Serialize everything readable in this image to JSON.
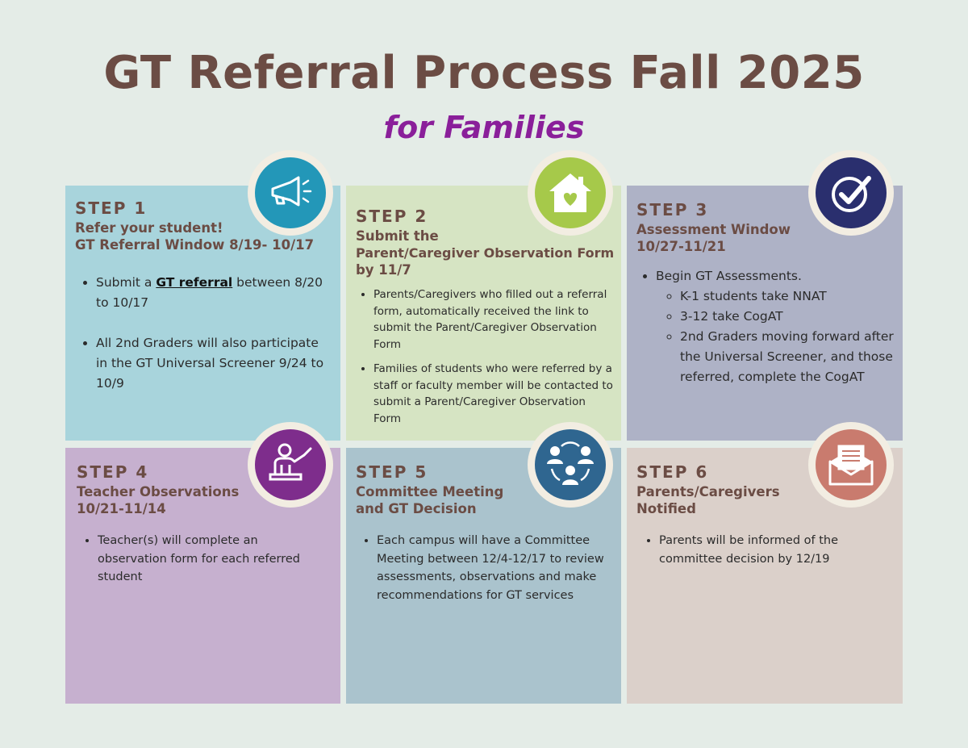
{
  "header": {
    "title": "GT Referral Process Fall 2025",
    "subtitle": "for Families"
  },
  "colors": {
    "title": "#6b4c44",
    "subtitle": "#8a1f9a",
    "step1_bg": "#a8d4dc",
    "step2_bg": "#d6e4c3",
    "step3_bg": "#aeb2c6",
    "step4_bg": "#c6b0cf",
    "step5_bg": "#aac3cd",
    "step6_bg": "#dbd0ca"
  },
  "step1": {
    "label": "STEP 1",
    "heading_line1": "Refer your student!",
    "heading_line2": "GT Referral Window 8/19- 10/17",
    "icon": "megaphone-icon",
    "bullet1_pre": "Submit a ",
    "bullet1_link": "GT referral",
    "bullet1_post": " between 8/20 to 10/17",
    "bullet2": "All 2nd Graders will also participate in the GT Universal Screener 9/24 to 10/9"
  },
  "step2": {
    "label": "STEP 2",
    "heading_line1": "Submit the",
    "heading_line2": "Parent/Caregiver Observation Form",
    "heading_line3": "by 11/7",
    "icon": "house-heart-icon",
    "bullet1": "Parents/Caregivers who filled out a referral form, automatically received the link to submit the Parent/Caregiver Observation Form",
    "bullet2": " Families of students who were referred by a staff or faculty member will be contacted to submit a Parent/Caregiver Observation Form"
  },
  "step3": {
    "label": "STEP 3",
    "heading_line1": "Assessment Window",
    "heading_line2": "10/27-11/21",
    "icon": "check-circle-icon",
    "bullet1": "Begin GT Assessments.",
    "sub1": "K-1 students take NNAT",
    "sub2": "3-12 take CogAT",
    "sub3": "2nd Graders moving forward after the Universal Screener, and those referred, complete the CogAT"
  },
  "step4": {
    "label": "STEP 4",
    "heading_line1": "Teacher Observations",
    "heading_line2": "10/21-11/14",
    "icon": "teacher-icon",
    "bullet1": "Teacher(s) will complete an observation form for each referred student"
  },
  "step5": {
    "label": "STEP 5",
    "heading_line1": "Committee Meeting",
    "heading_line2": "and GT Decision",
    "icon": "group-icon",
    "bullet1": "Each campus will have a Committee Meeting between 12/4-12/17 to review assessments, observations and make recommendations for GT services"
  },
  "step6": {
    "label": "STEP 6",
    "heading_line1": "Parents/Caregivers",
    "heading_line2": "Notified",
    "icon": "envelope-letter-icon",
    "bullet1": "Parents will be informed of the committee decision by 12/19"
  }
}
